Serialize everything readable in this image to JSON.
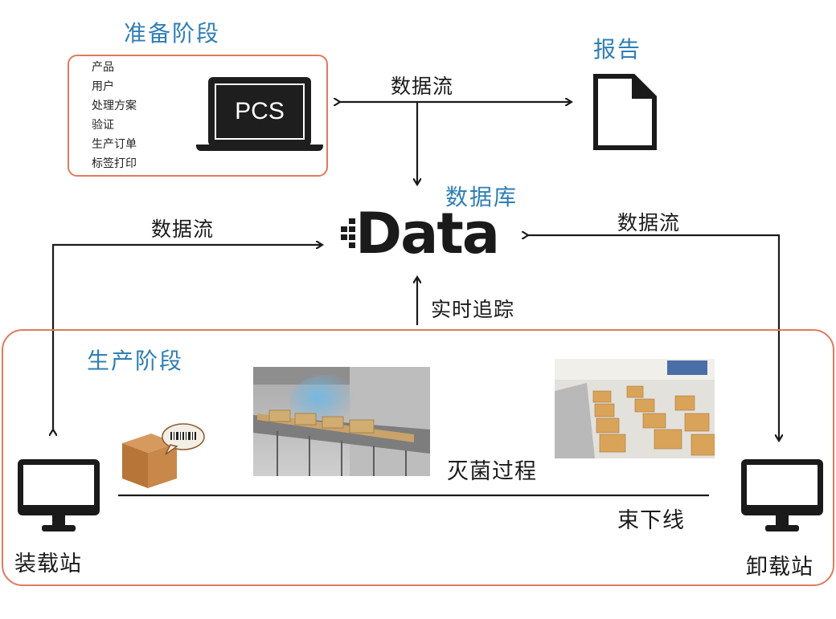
{
  "prep_stage": {
    "title": "准备阶段",
    "items": [
      "产品",
      "用户",
      "处理方案",
      "验证",
      "生产订单",
      "标签打印"
    ],
    "laptop_label": "PCS"
  },
  "report": {
    "title": "报告"
  },
  "database": {
    "title": "数据库",
    "logo_text": "Data"
  },
  "flows": {
    "top": "数据流",
    "left": "数据流",
    "right": "数据流",
    "tracking": "实时追踪"
  },
  "production_stage": {
    "title": "生产阶段",
    "sterilization": "灭菌过程",
    "offline": "束下线",
    "loading_station": "装载站",
    "unloading_station": "卸载站"
  },
  "colors": {
    "accent_blue": "#2f7fb4",
    "border_orange": "#e07a5f",
    "dark": "#1a1a1a"
  }
}
